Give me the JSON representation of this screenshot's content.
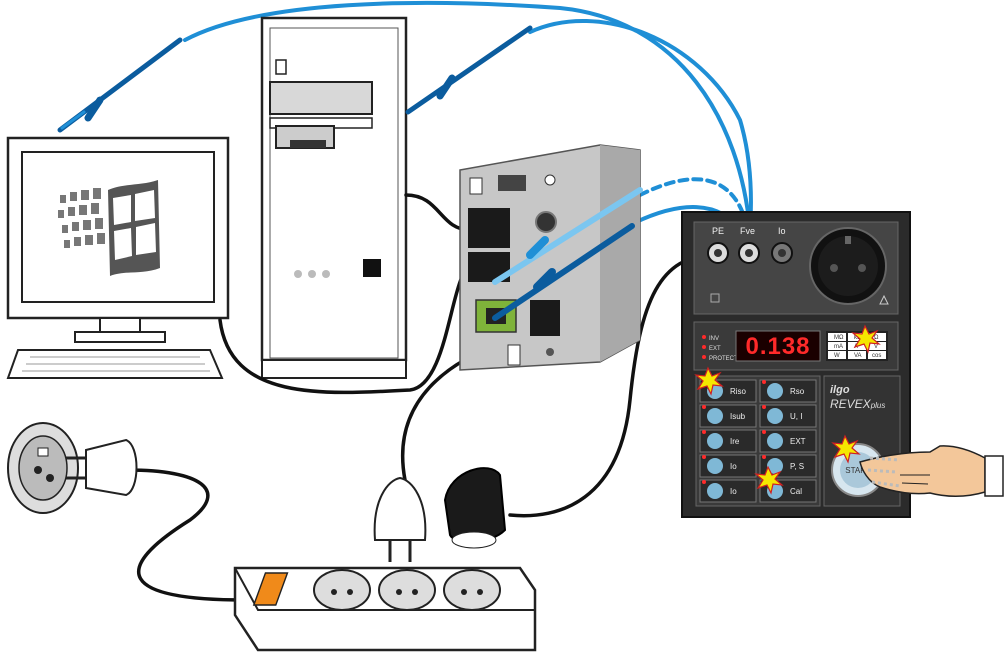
{
  "meter": {
    "display_value": "0.138",
    "brand": "ilgo",
    "model": "REVEX",
    "model_suffix": "plus",
    "jack_pe": "PE",
    "jack_phase": "Fve",
    "jack_io": "Io",
    "status_leds": [
      "INV",
      "EXT",
      "PROTECT"
    ],
    "unit_leds": [
      "MΩ",
      "kΩ",
      "Ω",
      "mA",
      "A",
      "V",
      "W",
      "VA",
      "cos"
    ],
    "buttons_left": [
      "Riso",
      "Isub",
      "Ire",
      "Io",
      "Io"
    ],
    "buttons_right": [
      "Rso",
      "U, I",
      "EXT",
      "P, S",
      "Cal"
    ],
    "start_label": "START"
  },
  "colors": {
    "probe_blue": "#1f8fd6",
    "probe_dark": "#0b5c9e",
    "display_red": "#ff2a2a",
    "meter_body": "#2b2b2b",
    "switch_orange": "#f08a1a",
    "outlet_green": "#7fb33a"
  }
}
